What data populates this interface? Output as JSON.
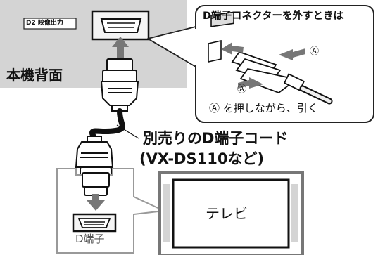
{
  "back_panel": {
    "port_label": "D2 映像出力",
    "title": "本機背面"
  },
  "callout": {
    "title": "D端子コネクターを外すときは",
    "marker": "Ⓐ",
    "instruction": "Ⓐ を押しながら、引く"
  },
  "cable": {
    "label_line1": "別売りのD端子コード",
    "label_line2": "(VX-DS110など)"
  },
  "tv_inset": {
    "port_label": "D端子"
  },
  "tv": {
    "label": "テレビ"
  }
}
